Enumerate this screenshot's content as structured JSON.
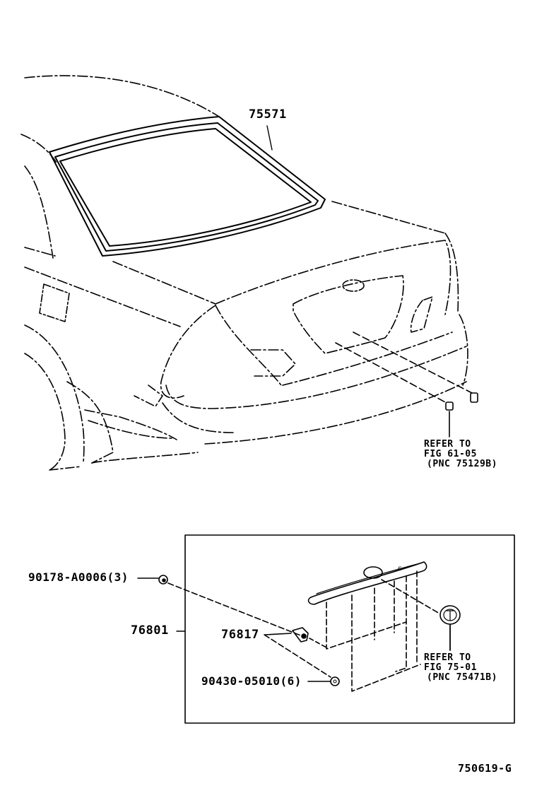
{
  "part_numbers": {
    "moulding": "75571",
    "screw": "90178-A0006(3)",
    "garnish_assy": "76801",
    "bracket": "76817",
    "nut": "90430-05010(6)"
  },
  "references": [
    {
      "line1": "REFER TO",
      "line2": "FIG 61-05",
      "line3": "(PNC 75129B)"
    },
    {
      "line1": "REFER TO",
      "line2": "FIG 75-01",
      "line3": "(PNC 75471B)"
    }
  ],
  "drawing_code": "750619-G",
  "colors": {
    "ink": "#000000",
    "paper": "#ffffff"
  }
}
